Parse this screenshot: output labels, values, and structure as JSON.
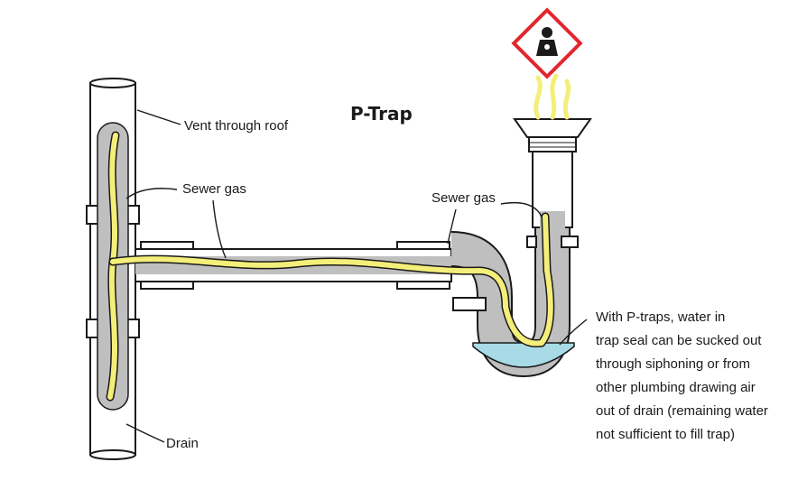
{
  "title": "P-Trap",
  "labels": {
    "vent": "Vent through roof",
    "sewer_gas_left": "Sewer gas",
    "sewer_gas_right": "Sewer gas",
    "drain": "Drain",
    "note_lines": [
      "With P-traps, water in",
      "trap seal can be sucked out",
      "through siphoning or from",
      "other plumbing drawing air",
      "out of drain (remaining water",
      "not sufficient to fill trap)"
    ]
  },
  "hazard_symbol": "health-hazard-icon",
  "colors": {
    "pipe_fill": "#ffffff",
    "pipe_interior": "#bfbfbf",
    "gas": "#f4ee7a",
    "water": "#a8dbe6",
    "hazard_border": "#e1262d"
  }
}
